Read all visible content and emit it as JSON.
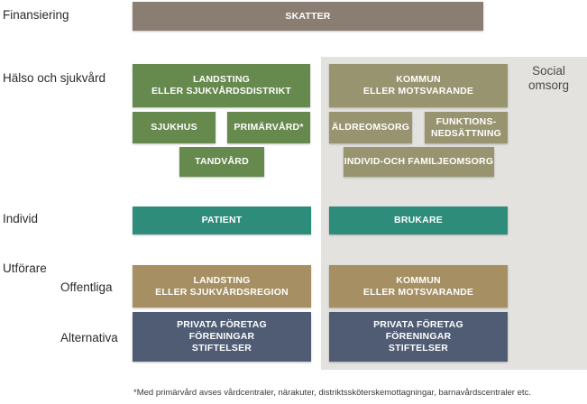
{
  "colors": {
    "taupe": "#8a7e72",
    "green": "#66894e",
    "olive": "#999470",
    "teal": "#2e8c7b",
    "gold": "#a58f63",
    "slate": "#4f5c74",
    "panel": "#e3e2df"
  },
  "rows": {
    "financing": "Finansiering",
    "health": "Hälso och sjukvård",
    "individual": "Individ",
    "providers": "Utförare",
    "public": "Offentliga",
    "alternative": "Alternativa"
  },
  "panel_label": "Social\nomsorg",
  "boxes": {
    "taxes": "SKATTER",
    "county": "LANDSTING\nELLER SJUKVÅRDSDISTRIKT",
    "hospital": "SJUKHUS",
    "primary_care": "PRIMÄRVÅRD*",
    "dental": "TANDVÅRD",
    "municipality": "KOMMUN\nELLER MOTSVARANDE",
    "elderly_care": "ÄLDREOMSORG",
    "disability": "FUNKTIONS-\nNEDSÄTTNING",
    "family_care": "INDIVID-OCH FAMILJEOMSORG",
    "patient": "PATIENT",
    "client": "BRUKARE",
    "county_provider": "LANDSTING\nELLER SJUKVÅRDSREGION",
    "municipality_provider": "KOMMUN\nELLER MOTSVARANDE",
    "private_left": "PRIVATA FÖRETAG\nFÖRENINGAR\nSTIFTELSER",
    "private_right": "PRIVATA FÖRETAG\nFÖRENINGAR\nSTIFTELSER"
  },
  "footnote": "*Med primärvård avses vårdcentraler, närakuter, distriktssköterskemottagningar, barnavårdscentraler etc."
}
